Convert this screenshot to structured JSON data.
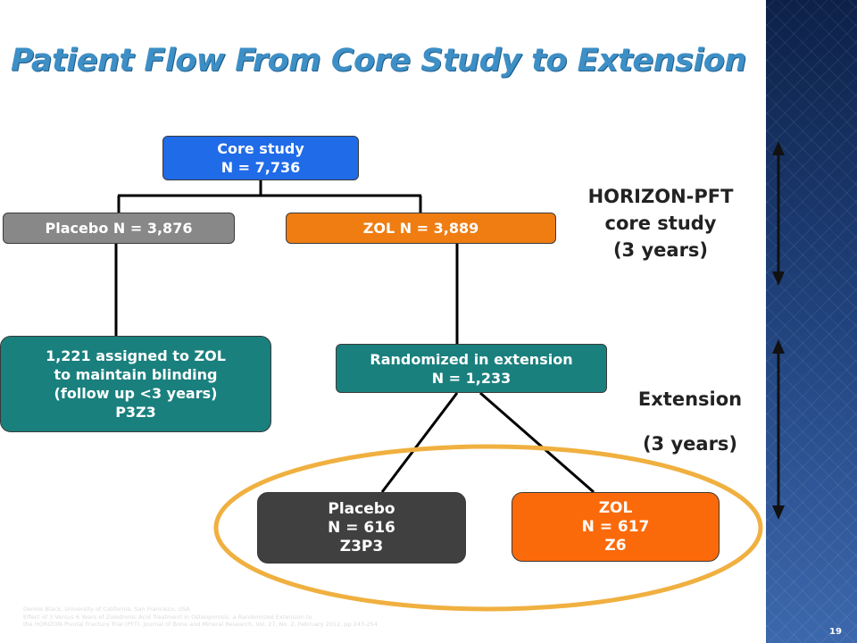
{
  "slide": {
    "title": "Patient Flow From Core Study to Extension",
    "page_number": "19"
  },
  "nodes": {
    "core": {
      "lines": [
        "Core study",
        "N = 7,736"
      ]
    },
    "placebo_core": {
      "text": "Placebo   N = 3,876"
    },
    "zol_core": {
      "text": "ZOL  N = 3,889"
    },
    "assigned_zol": {
      "lines": [
        "1,221 assigned to ZOL",
        "to maintain blinding",
        "(follow up <3 years)",
        "P3Z3"
      ]
    },
    "randomized": {
      "lines": [
        "Randomized in extension",
        "N = 1,233"
      ]
    },
    "placebo_ext": {
      "lines": [
        "Placebo",
        "N = 616",
        "Z3P3"
      ]
    },
    "zol_ext": {
      "lines": [
        "ZOL",
        "N = 617",
        "Z6"
      ]
    }
  },
  "labels": {
    "core_phase": [
      "HORIZON-PFT",
      "core study",
      "(3 years)"
    ],
    "extension_phase": [
      "Extension",
      "(3 years)"
    ]
  },
  "citation": [
    "Dennis Black, University of California, San Francisco, USA",
    "Effect of 3 Versus 6 Years of Zoledronic Acid Treatment in Osteoporosis: a Randomized Extension to",
    "the HORIZON-Pivotal Fracture Trial (PFT). Journal of Bone and Mineral Research, Vol. 27, No. 2, February 2012, pp 243-254"
  ],
  "colors": {
    "title": "#3d8fc6",
    "core_box": "#1f6be8",
    "placebo_box": "#888888",
    "zol_box": "#ef7d12",
    "extension_box": "#1a807e",
    "placebo_ext_box": "#404040",
    "zol_ext_box": "#fb6a0a",
    "highlight_ellipse": "#f0b040"
  },
  "icons": {
    "core_phase_arrow": "double-headed-arrow-icon",
    "extension_phase_arrow": "double-headed-arrow-icon"
  }
}
